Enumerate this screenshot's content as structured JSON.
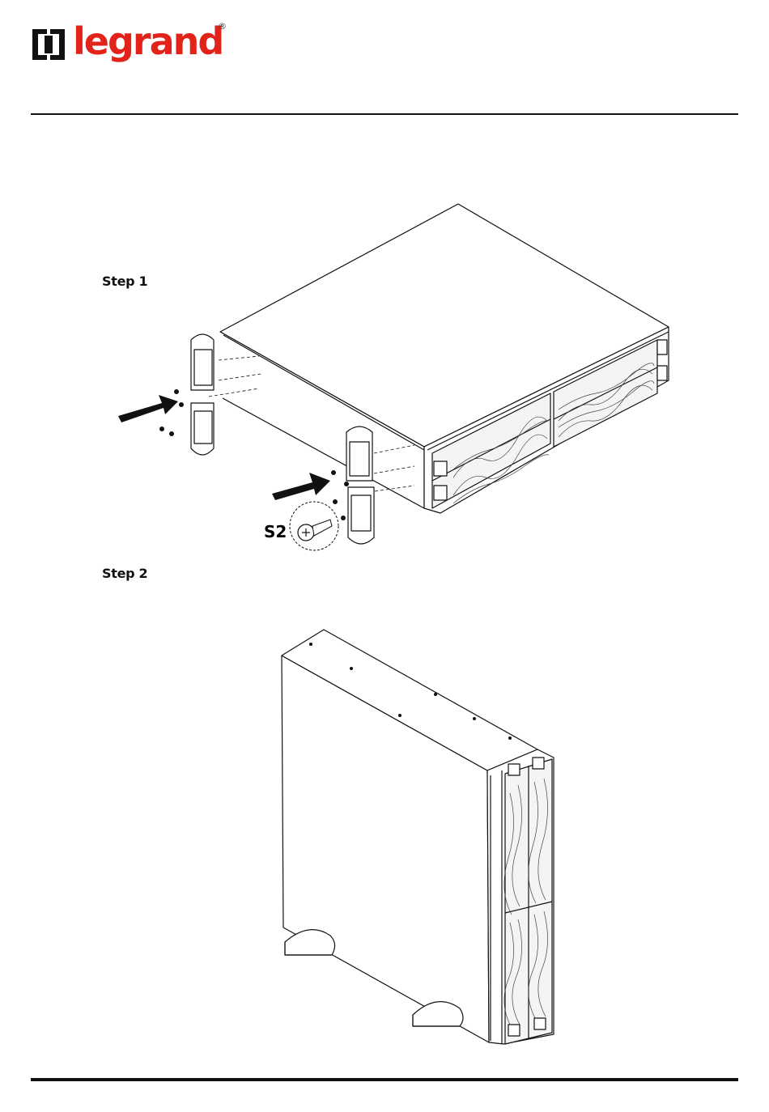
{
  "brand": {
    "name": "legrand",
    "registered_mark": "®",
    "color": "#e2231a"
  },
  "steps": [
    {
      "label": "Step 1"
    },
    {
      "label": "Step 2"
    }
  ],
  "parts": {
    "screw_label": "S2"
  },
  "colors": {
    "ink": "#111111",
    "background": "#ffffff"
  }
}
